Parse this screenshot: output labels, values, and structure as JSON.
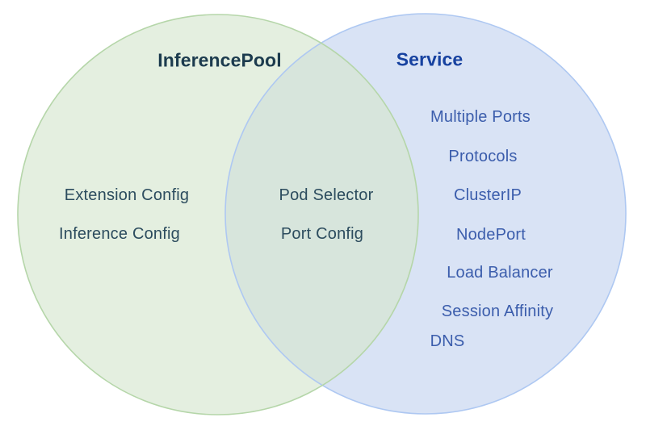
{
  "diagram": {
    "type": "venn",
    "left_circle": {
      "title": "InferencePool",
      "items": [
        "Extension Config",
        "Inference Config"
      ]
    },
    "overlap": {
      "items": [
        "Pod Selector",
        "Port Config"
      ]
    },
    "right_circle": {
      "title": "Service",
      "items": [
        "Multiple Ports",
        "Protocols",
        "ClusterIP",
        "NodePort",
        "Load Balancer",
        "Session Affinity",
        "DNS"
      ]
    },
    "colors": {
      "left_fill": "#e4efe0",
      "left_stroke": "#b5d6a9",
      "right_fill": "#d9e3f5",
      "right_stroke": "#aec8f2",
      "overlap_fill": "#d7e5dc",
      "left_title_text": "#1c3b4e",
      "left_item_text": "#2c4c5e",
      "right_title_text": "#1742a0",
      "right_item_text": "#3b5dac",
      "background": "#ffffff"
    }
  }
}
